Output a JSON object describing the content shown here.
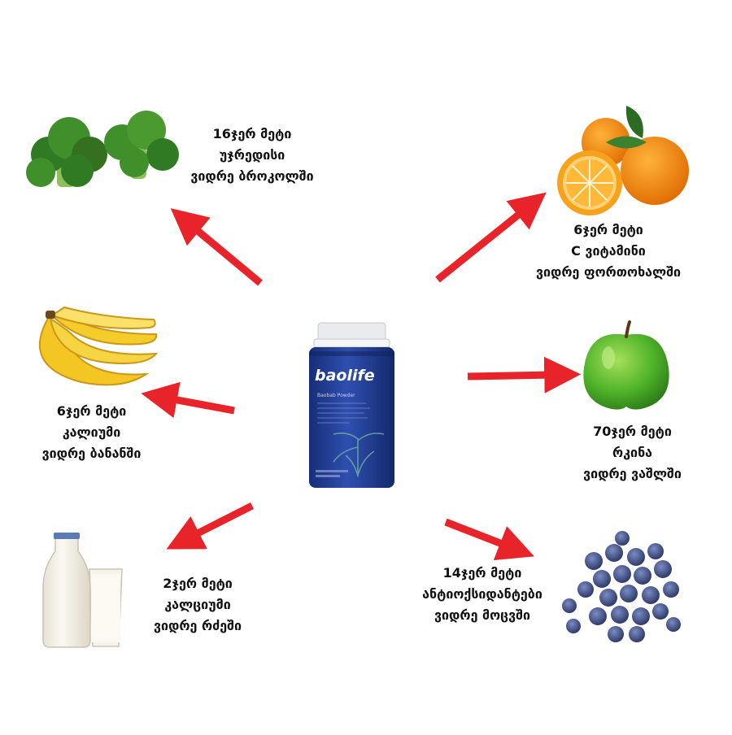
{
  "product": {
    "brand": "baolife",
    "subtitle": "Baobab Powder"
  },
  "comparisons": [
    {
      "id": "broccoli",
      "line1": "16ჯერ მეტი",
      "line2": "უჯრედისი",
      "line3": "ვიდრე ბროკოლში"
    },
    {
      "id": "orange",
      "line1": "6ჯერ მეტი",
      "line2": "C ვიტამინი",
      "line3": "ვიდრე ფორთოხალში"
    },
    {
      "id": "banana",
      "line1": "6ჯერ მეტი",
      "line2": "კალიუმი",
      "line3": "ვიდრე ბანანში"
    },
    {
      "id": "apple",
      "line1": "70ჯერ მეტი",
      "line2": "რკინა",
      "line3": "ვიდრე ვაშლში"
    },
    {
      "id": "milk",
      "line1": "2ჯერ მეტი",
      "line2": "კალციუმი",
      "line3": "ვიდრე რძეში"
    },
    {
      "id": "blueberry",
      "line1": "14ჯერ მეტი",
      "line2": "ანტიოქსიდანტები",
      "line3": "ვიდრე მოცვში"
    }
  ],
  "colors": {
    "arrow": "#e8232a",
    "bottle": "#1f3c96",
    "broccoli": "#3f8f2a",
    "orange": "#f08c10",
    "banana": "#f5cc2a",
    "apple": "#4fb32a",
    "milk": "#f4f1e6",
    "blueberry": "#3b4e86"
  }
}
